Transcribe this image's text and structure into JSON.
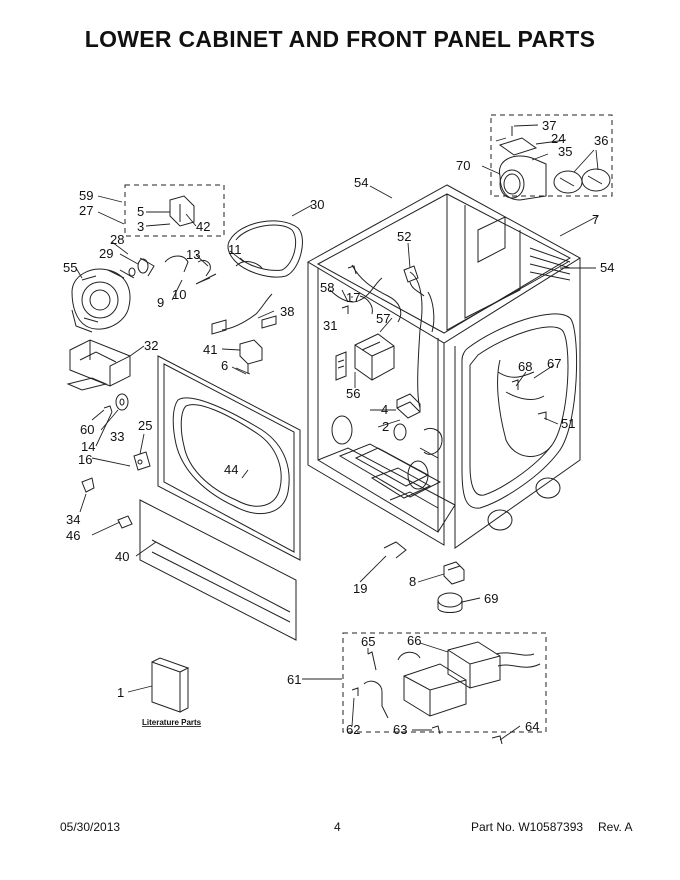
{
  "title": "LOWER CABINET AND FRONT PANEL PARTS",
  "literature_label": "Literature Parts",
  "callouts": [
    "1",
    "2",
    "3",
    "4",
    "5",
    "6",
    "7",
    "8",
    "9",
    "10",
    "11",
    "13",
    "14",
    "16",
    "17",
    "19",
    "24",
    "25",
    "27",
    "28",
    "29",
    "30",
    "31",
    "32",
    "33",
    "34",
    "35",
    "36",
    "37",
    "38",
    "40",
    "41",
    "42",
    "44",
    "46",
    "51",
    "52",
    "54",
    "54",
    "55",
    "56",
    "57",
    "58",
    "59",
    "60",
    "61",
    "62",
    "63",
    "64",
    "65",
    "66",
    "67",
    "68",
    "69",
    "70"
  ],
  "footer": {
    "date": "05/30/2013",
    "page": "4",
    "part_no": "Part No. W10587393",
    "rev": "Rev. A"
  }
}
